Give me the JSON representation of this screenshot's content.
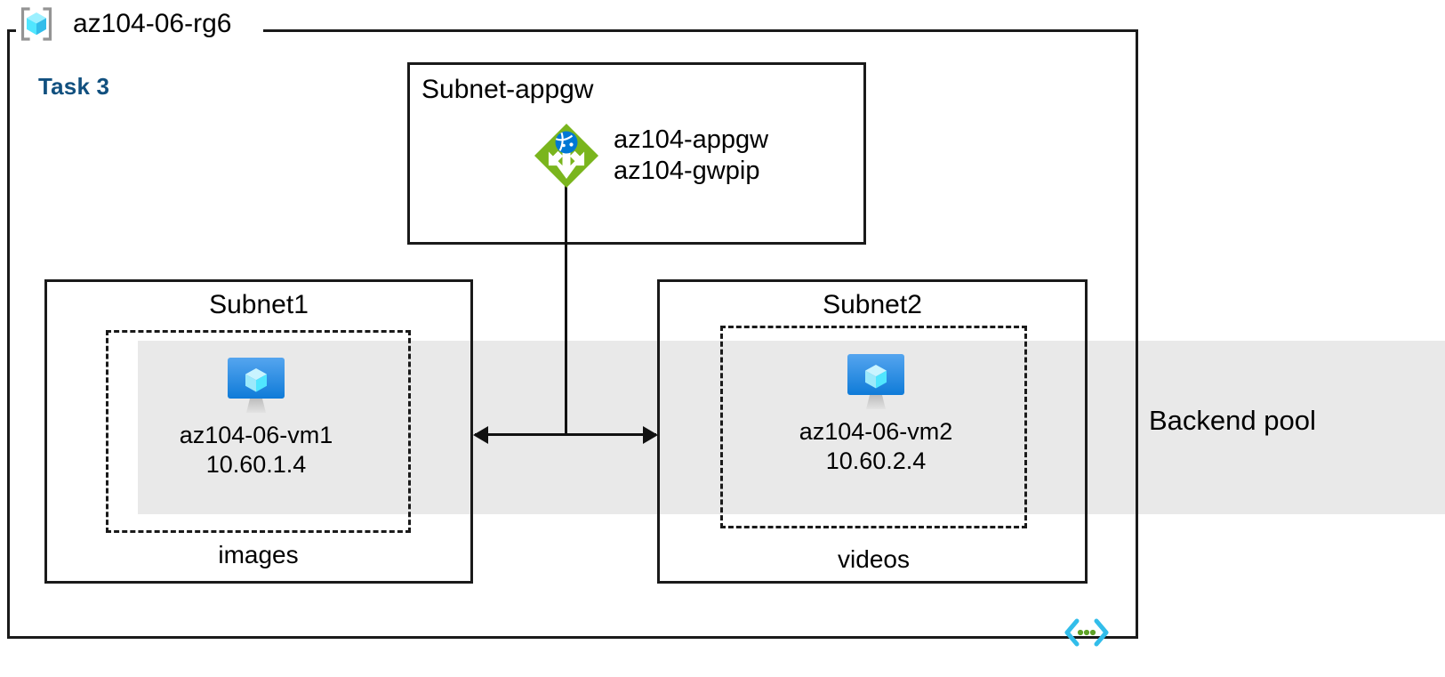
{
  "diagram": {
    "title": "az104-06-rg6",
    "task_label": "Task 3",
    "resource_group_icon": "resource-group-icon",
    "code_icon": "code-brackets-icon",
    "colors": {
      "task_blue": "#11507f",
      "band_gray": "#e9e9e9",
      "appgw_green": "#7ab51d",
      "vm_blue": "#2b8ce4",
      "cube_cyan": "#50e6ff",
      "border_black": "#1a1a1a",
      "code_icon_cyan": "#32bdea",
      "code_icon_green": "#5ea226"
    }
  },
  "backend_pool": {
    "label": "Backend pool"
  },
  "subnets": [
    {
      "id": "subnet-appgw",
      "title": "Subnet-appgw",
      "resource": {
        "icon": "application-gateway-icon",
        "name": "az104-appgw",
        "public_ip": "az104-gwpip"
      }
    },
    {
      "id": "subnet1",
      "title": "Subnet1",
      "tier_label": "images",
      "vm": {
        "icon": "virtual-machine-icon",
        "name": "az104-06-vm1",
        "ip": "10.60.1.4"
      }
    },
    {
      "id": "subnet2",
      "title": "Subnet2",
      "tier_label": "videos",
      "vm": {
        "icon": "virtual-machine-icon",
        "name": "az104-06-vm2",
        "ip": "10.60.2.4"
      }
    }
  ]
}
